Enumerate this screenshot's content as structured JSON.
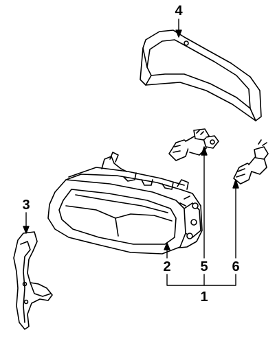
{
  "callouts": {
    "c1": "1",
    "c2": "2",
    "c3": "3",
    "c4": "4",
    "c5": "5",
    "c6": "6"
  },
  "colors": {
    "ink": "#000000",
    "paper": "#ffffff",
    "shade": "#e8e8e8"
  }
}
